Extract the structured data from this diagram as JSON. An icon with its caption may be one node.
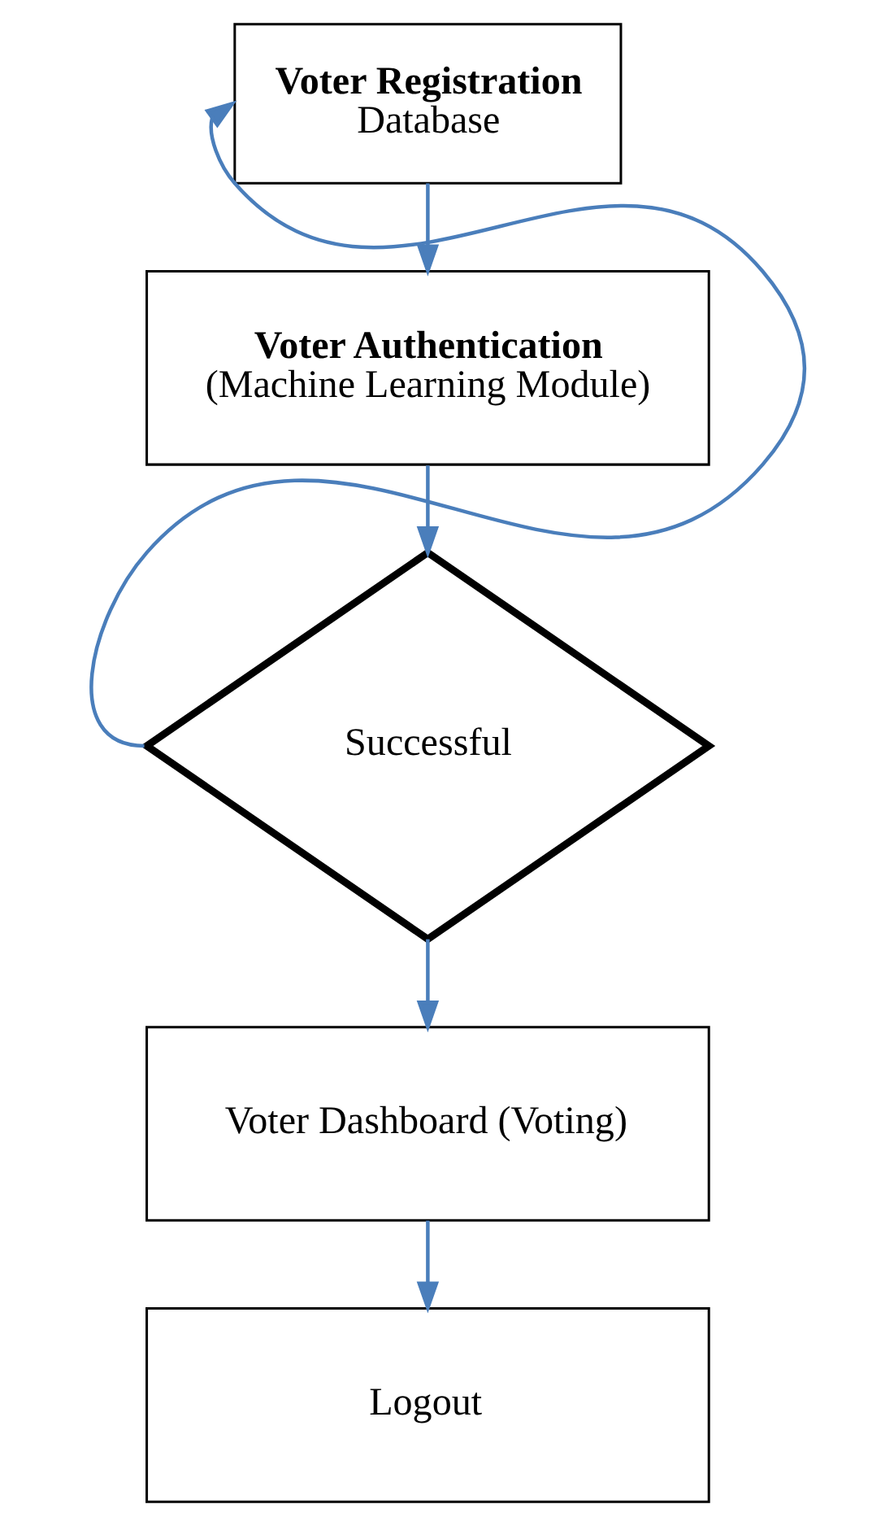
{
  "diagram": {
    "nodes": [
      {
        "text": [
          "Voter Registration",
          "Database"
        ]
      },
      {
        "text": [
          "Voter Authentication",
          "(Machine Learning Module)"
        ]
      },
      {
        "text": [
          "Successful"
        ]
      },
      {
        "text": [
          "Voter Dashboard (Voting)"
        ]
      },
      {
        "text": [
          "Logout"
        ]
      }
    ],
    "edges": [
      {
        "from": 0,
        "to": 1,
        "arrow": "to"
      },
      {
        "from": 1,
        "to": 2,
        "arrow": "to"
      },
      {
        "from": 2,
        "to": 3,
        "arrow": "to"
      },
      {
        "from": 2,
        "to": 0,
        "arrow": "to"
      },
      {
        "from": 3,
        "to": 4,
        "arrow": "to"
      }
    ]
  }
}
